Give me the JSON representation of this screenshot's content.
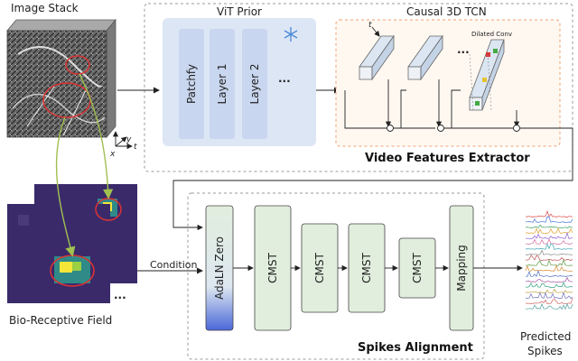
{
  "labels": {
    "image_stack": "Image Stack",
    "vit_prior": "ViT Prior",
    "causal_tcn": "Causal 3D TCN",
    "dilated_conv": "Dilated Conv",
    "video_features_extractor": "Video Features Extractor",
    "bio_receptive_field": "Bio-Receptive Field",
    "condition": "Condition",
    "spikes_alignment": "Spikes Alignment",
    "predicted": "Predicted",
    "spikes": "Spikes",
    "axis_x": "x",
    "axis_y": "y",
    "axis_t": "t",
    "time_t": "t",
    "ellipsis": "..."
  },
  "vit_layers": [
    "Patchfy",
    "Layer 1",
    "Layer 2"
  ],
  "alignment_blocks": [
    "AdaLN Zero",
    "CMST",
    "CMST",
    "CMST",
    "CMST",
    "Mapping"
  ],
  "colors": {
    "vit_panel": "#dde6f5",
    "vit_layer": "#c9d6ef",
    "tcn_border": "#f0a070",
    "block_fill": "#e1eedd",
    "adaln_gradient_end": "#4a68d8",
    "ellipse": "#dd3333",
    "arrow": "#a0c050",
    "heatmap_bg": "#3a2a6a",
    "heatmap_hot": "#f5e63a"
  },
  "icons": [
    "snowflake-icon"
  ]
}
